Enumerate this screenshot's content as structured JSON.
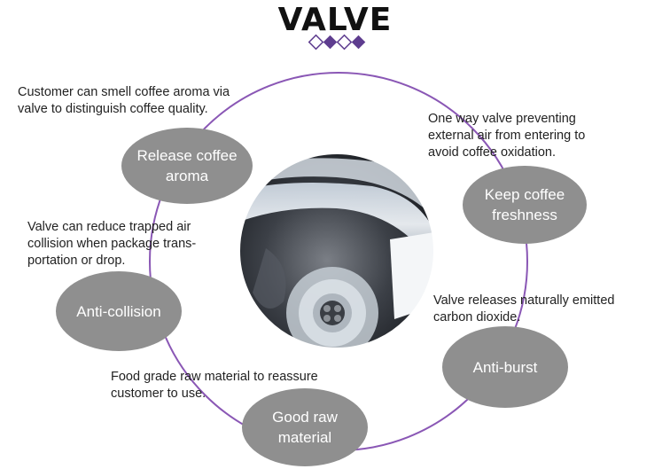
{
  "title": "VALVE",
  "colors": {
    "ring": "#8a57b5",
    "bubble": "#8f8f8f",
    "ornament": "#5e3d8f"
  },
  "features": [
    {
      "id": "release-aroma",
      "label_line1": "Release coffee",
      "label_line2": "aroma",
      "description": "Customer can smell coffee aroma via\nvalve to distinguish coffee quality."
    },
    {
      "id": "keep-freshness",
      "label_line1": "Keep coffee",
      "label_line2": "freshness",
      "description": "One way valve preventing\nexternal air from entering to\navoid coffee oxidation."
    },
    {
      "id": "anti-collision",
      "label_line1": "Anti-collision",
      "label_line2": "",
      "description": "Valve can reduce  trapped air\ncollision when package trans-\nportation or drop."
    },
    {
      "id": "anti-burst",
      "label_line1": "Anti-burst",
      "label_line2": "",
      "description": "Valve releases naturally emitted\ncarbon dioxide."
    },
    {
      "id": "good-raw-material",
      "label_line1": "Good raw",
      "label_line2": "material",
      "description": "Food grade raw material to reassure\ncustomer to use."
    }
  ],
  "center_image": {
    "icon": "one-way-valve-photo"
  }
}
